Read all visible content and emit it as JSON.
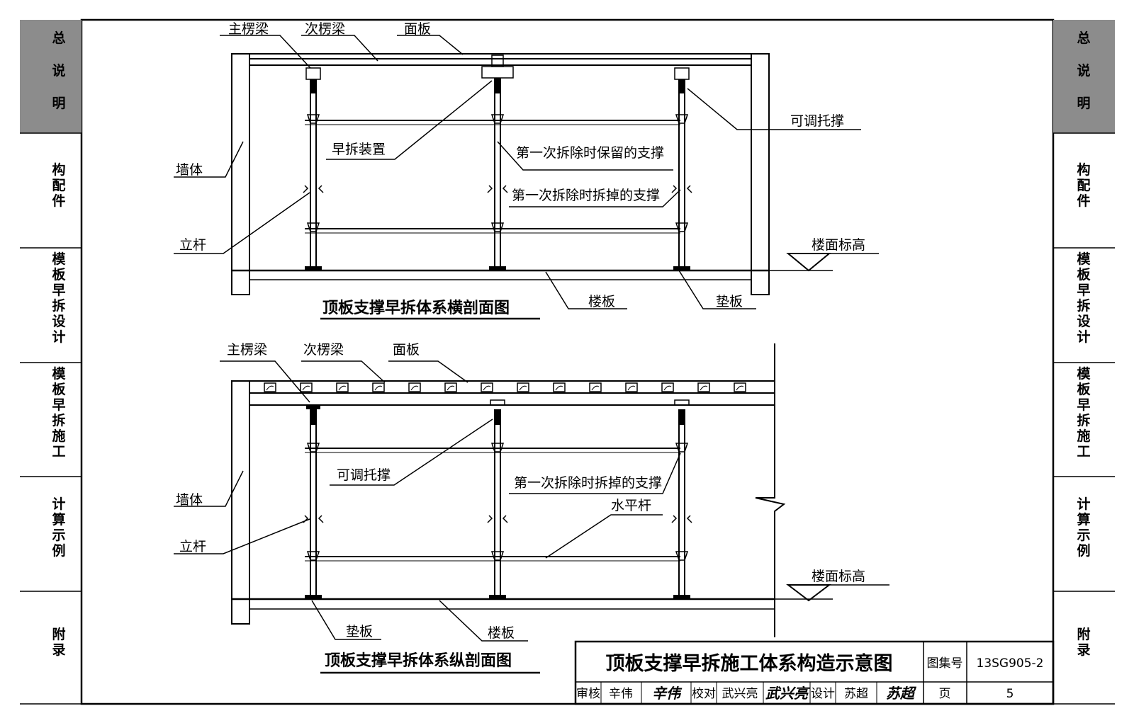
{
  "nav": {
    "active_index": 0,
    "active_color": "#8c8c8c",
    "inactive_text_color": "#7a7a7a",
    "items": [
      {
        "label": "总说明"
      },
      {
        "label": "构配件"
      },
      {
        "label": "模板早拆设计"
      },
      {
        "label": "模板早拆施工"
      },
      {
        "label": "计算示例"
      },
      {
        "label": "附录"
      }
    ]
  },
  "transverse": {
    "title": "顶板支撑早拆体系横剖面图",
    "labels": {
      "main_beam": "主楞梁",
      "secondary_beam": "次楞梁",
      "panel": "面板",
      "adjustable_support": "可调托撑",
      "early_device": "早拆装置",
      "retained_support": "第一次拆除时保留的支撑",
      "removed_support": "第一次拆除时拆掉的支撑",
      "wall": "墙体",
      "pole": "立杆",
      "floor_elevation": "楼面标高",
      "slab": "楼板",
      "base_plate": "垫板"
    }
  },
  "longitudinal": {
    "title": "顶板支撑早拆体系纵剖面图",
    "labels": {
      "main_beam": "主楞梁",
      "secondary_beam": "次楞梁",
      "panel": "面板",
      "adjustable_support": "可调托撑",
      "removed_support": "第一次拆除时拆掉的支撑",
      "horizontal_bar": "水平杆",
      "wall": "墙体",
      "pole": "立杆",
      "floor_elevation": "楼面标高",
      "base_plate": "垫板",
      "slab": "楼板"
    }
  },
  "title_block": {
    "drawing_title": "顶板支撑早拆施工体系构造示意图",
    "atlas_label": "图集号",
    "atlas_number": "13SG905-2",
    "review_label": "审核",
    "reviewer": "辛伟",
    "reviewer_signature": "辛伟",
    "check_label": "校对",
    "checker": "武兴亮",
    "checker_signature": "武兴亮",
    "design_label": "设计",
    "designer": "苏超",
    "designer_signature": "苏超",
    "page_label": "页",
    "page_number": "5"
  }
}
